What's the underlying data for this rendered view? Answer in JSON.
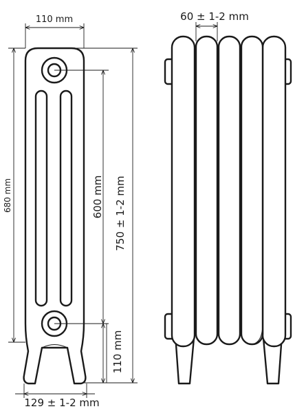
{
  "labels": {
    "top_width": "110 mm",
    "section_pitch": "60 ± 1-2 mm",
    "total_height_side": "680 mm",
    "axis_distance": "600 mm",
    "full_height": "750 ± 1-2 mm",
    "leg_height": "110 mm",
    "base_width": "129 ± 1-2 mm"
  },
  "colors": {
    "line": "#1a1a1a",
    "background": "#ffffff"
  }
}
